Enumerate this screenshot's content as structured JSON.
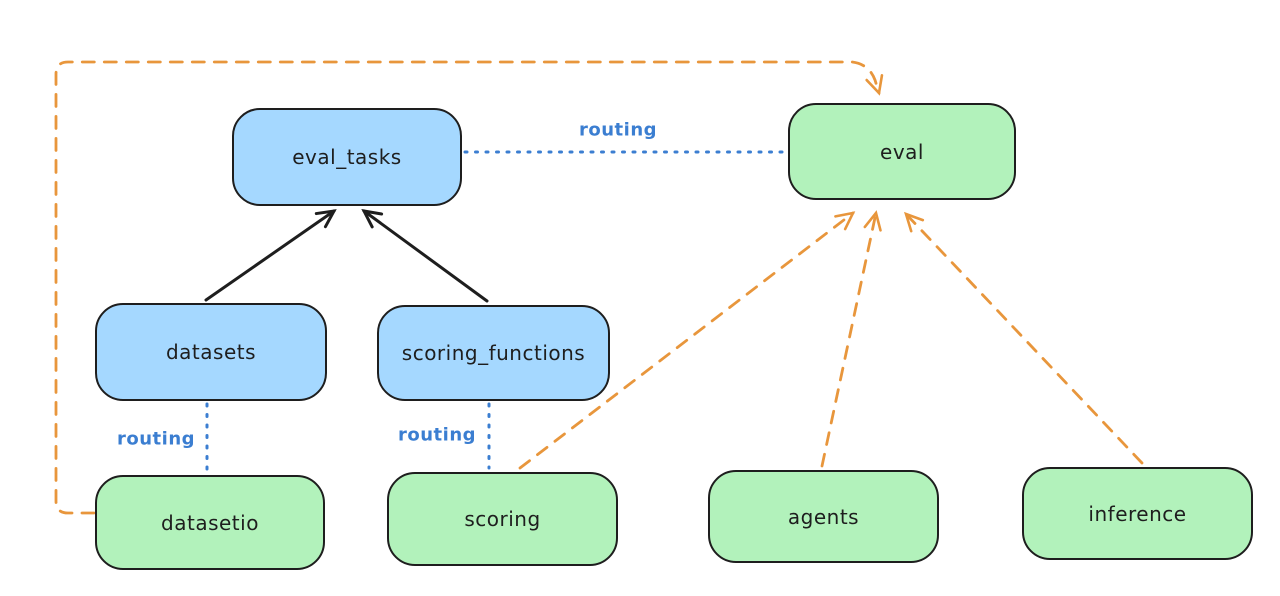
{
  "diagram": {
    "title": "provider routing diagram",
    "background": "#ffffff",
    "colors": {
      "node_stroke": "#1e1e1e",
      "api_fill_blue": "#a5d8ff",
      "provider_fill_green": "#b2f2bb",
      "routing_blue": "#3b7ed1",
      "provider_orange": "#e8963c",
      "solid_arrow_black": "#1e1e1e"
    },
    "nodes": [
      {
        "id": "eval_tasks",
        "label": "eval_tasks",
        "fill": "blue"
      },
      {
        "id": "eval",
        "label": "eval",
        "fill": "green"
      },
      {
        "id": "datasets",
        "label": "datasets",
        "fill": "blue"
      },
      {
        "id": "scoring_functions",
        "label": "scoring_functions",
        "fill": "blue"
      },
      {
        "id": "datasetio",
        "label": "datasetio",
        "fill": "green"
      },
      {
        "id": "scoring",
        "label": "scoring",
        "fill": "green"
      },
      {
        "id": "agents",
        "label": "agents",
        "fill": "green"
      },
      {
        "id": "inference",
        "label": "inference",
        "fill": "green"
      }
    ],
    "edge_labels": [
      {
        "id": "routing-eval-tasks-eval",
        "text": "routing"
      },
      {
        "id": "routing-datasets-datasetio",
        "text": "routing"
      },
      {
        "id": "routing-scoringfns-scoring",
        "text": "routing"
      }
    ],
    "edges": [
      {
        "from": "datasets",
        "to": "eval_tasks",
        "style": "solid",
        "color": "#1e1e1e",
        "arrow": true
      },
      {
        "from": "scoring_functions",
        "to": "eval_tasks",
        "style": "solid",
        "color": "#1e1e1e",
        "arrow": true
      },
      {
        "from": "eval_tasks",
        "to": "eval",
        "style": "dotted",
        "color": "#3b7ed1",
        "arrow": false,
        "label": "routing"
      },
      {
        "from": "datasets",
        "to": "datasetio",
        "style": "dotted",
        "color": "#3b7ed1",
        "arrow": false,
        "label": "routing"
      },
      {
        "from": "scoring_functions",
        "to": "scoring",
        "style": "dotted",
        "color": "#3b7ed1",
        "arrow": false,
        "label": "routing"
      },
      {
        "from": "datasetio",
        "to": "eval",
        "style": "dashed",
        "color": "#e8963c",
        "arrow": true
      },
      {
        "from": "scoring",
        "to": "eval",
        "style": "dashed",
        "color": "#e8963c",
        "arrow": true
      },
      {
        "from": "agents",
        "to": "eval",
        "style": "dashed",
        "color": "#e8963c",
        "arrow": true
      },
      {
        "from": "inference",
        "to": "eval",
        "style": "dashed",
        "color": "#e8963c",
        "arrow": true
      }
    ]
  }
}
